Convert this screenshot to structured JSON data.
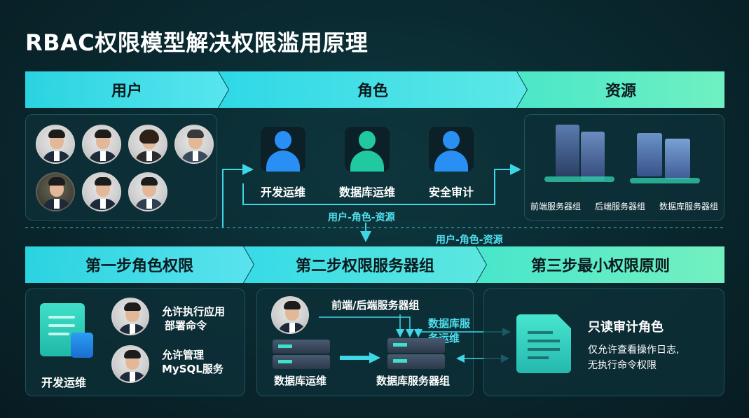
{
  "title": "RBAC权限模型解决权限滥用原理",
  "headers": {
    "users": "用户",
    "roles": "角色",
    "resources": "资源",
    "step1": "第一步角色权限",
    "step2": "第二步权限服务器组",
    "step3": "第三步最小权限原则"
  },
  "roles": [
    {
      "label": "开发运维",
      "icon": "person-headset-icon",
      "color": "#2a8ff5"
    },
    {
      "label": "数据库运维",
      "icon": "person-tie-icon",
      "color": "#20c9a0"
    },
    {
      "label": "安全审计",
      "icon": "person-icon",
      "color": "#2a8ff5"
    }
  ],
  "resources": {
    "groups": [
      "前端服务器组",
      "后端服务器组",
      "数据库服务器组"
    ]
  },
  "flow_label_upper": "用户-角色-资源",
  "flow_label_lower": "用户-角色-资源",
  "step1": {
    "role_label": "开发运维",
    "items": [
      {
        "text_line1": "允许执行应用",
        "text_line2": "部署命令"
      },
      {
        "text_line1": "允许管理",
        "text_line2": "MySQL服务"
      }
    ]
  },
  "step2": {
    "top_label": "前端/后端服务器组",
    "mid_label": "数据库服务运维",
    "left_label": "数据库运维",
    "right_label": "数据库服务器组"
  },
  "step3": {
    "heading": "只读审计角色",
    "desc_line1": "仅允许查看操作日志,",
    "desc_line2": "无执行命令权限"
  },
  "colors": {
    "cyan": "#2ad3e0",
    "green": "#6ff0c2",
    "accent_text": "#4fe0ef",
    "background": "#0a2a31"
  }
}
